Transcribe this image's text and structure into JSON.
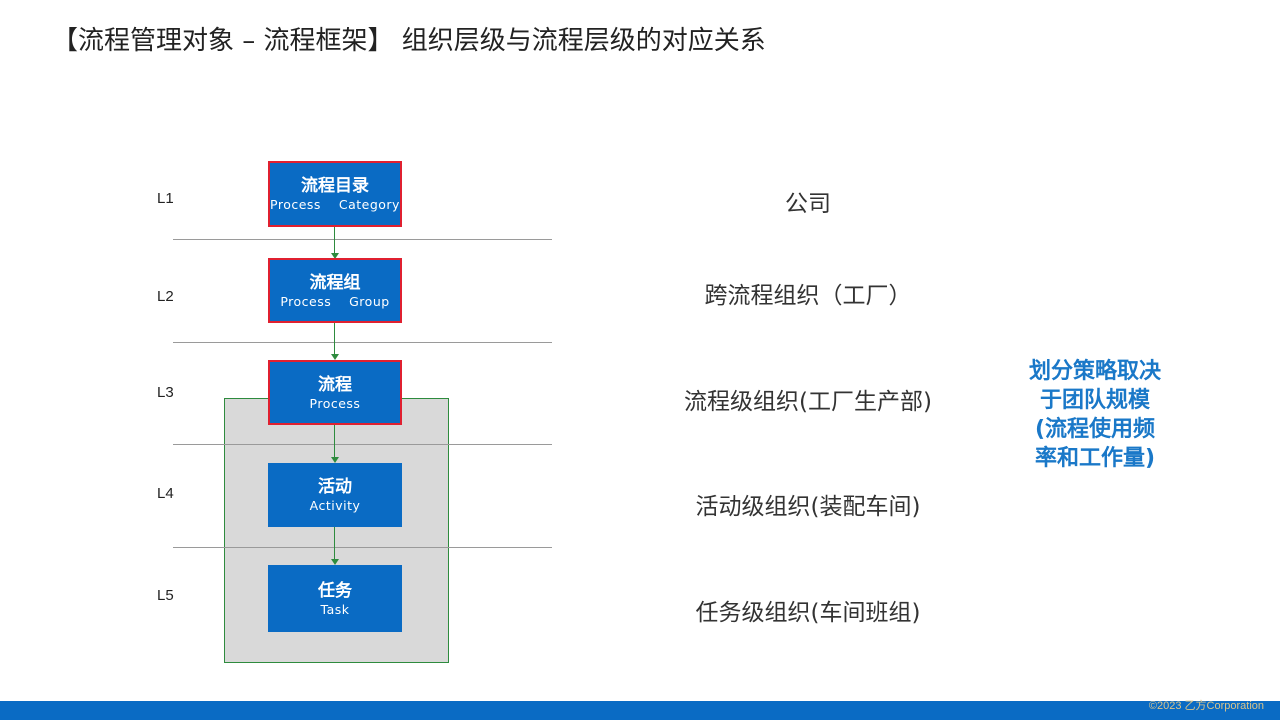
{
  "title": "【流程管理对象 – 流程框架】   组织层级与流程层级的对应关系",
  "levels": [
    "L1",
    "L2",
    "L3",
    "L4",
    "L5"
  ],
  "boxes": [
    {
      "zh": "流程目录",
      "en": "Process    Category"
    },
    {
      "zh": "流程组",
      "en": "Process    Group"
    },
    {
      "zh": "流程",
      "en": "Process"
    },
    {
      "zh": "活动",
      "en": "Activity"
    },
    {
      "zh": "任务",
      "en": "Task"
    }
  ],
  "orgs": [
    "公司",
    "跨流程组织（工厂）",
    "流程级组织(工厂生产部)",
    "活动级组织(装配车间)",
    "任务级组织(车间班组)"
  ],
  "strategy": [
    "划分策略取决",
    "于团队规模",
    "(流程使用频",
    "率和工作量)"
  ],
  "copyright": "©2023 乙方Corporation",
  "colors": {
    "box": "#0a6bc4",
    "box_border": "#e02030",
    "connector": "#2e8b3e",
    "strategy_text": "#1a78c8",
    "bottom_bar": "#0a6bc4"
  }
}
